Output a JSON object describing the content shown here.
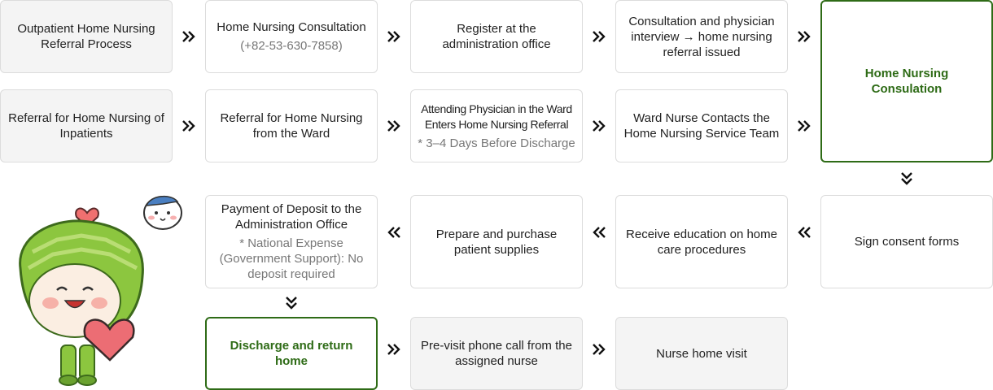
{
  "row1": [
    {
      "label": "Outpatient Home Nursing Referral Process"
    },
    {
      "label": "Home Nursing Consultation",
      "sub": "(+82-53-630-7858)"
    },
    {
      "label": "Register at the administration office"
    },
    {
      "label": "Consultation and physician interview → home nursing referral issued"
    }
  ],
  "row2": [
    {
      "label": "Referral for Home Nursing of Inpatients"
    },
    {
      "label": "Referral for Home Nursing from the Ward"
    },
    {
      "label": "Attending Physician in the Ward Enters Home Nursing Referral",
      "sub": "* 3–4 Days Before Discharge"
    },
    {
      "label": "Ward Nurse Contacts the Home Nursing Service Team"
    }
  ],
  "consultation_box": {
    "label": "Home Nursing Consulation"
  },
  "row3": [
    {
      "label": "Payment of Deposit to the Administration Office",
      "sub": "* National Expense (Government Support): No deposit required"
    },
    {
      "label": "Prepare and purchase patient supplies"
    },
    {
      "label": "Receive education on home care procedures"
    },
    {
      "label": "Sign consent forms"
    }
  ],
  "row4": [
    {
      "label": "Discharge and return home"
    },
    {
      "label": "Pre-visit phone call from the assigned nurse"
    },
    {
      "label": "Nurse home visit"
    }
  ],
  "colors": {
    "accent": "#2e6b16",
    "box_border": "#dcdcdc",
    "gray_fill": "#f4f4f4",
    "mascot_green": "#8cc63f"
  }
}
